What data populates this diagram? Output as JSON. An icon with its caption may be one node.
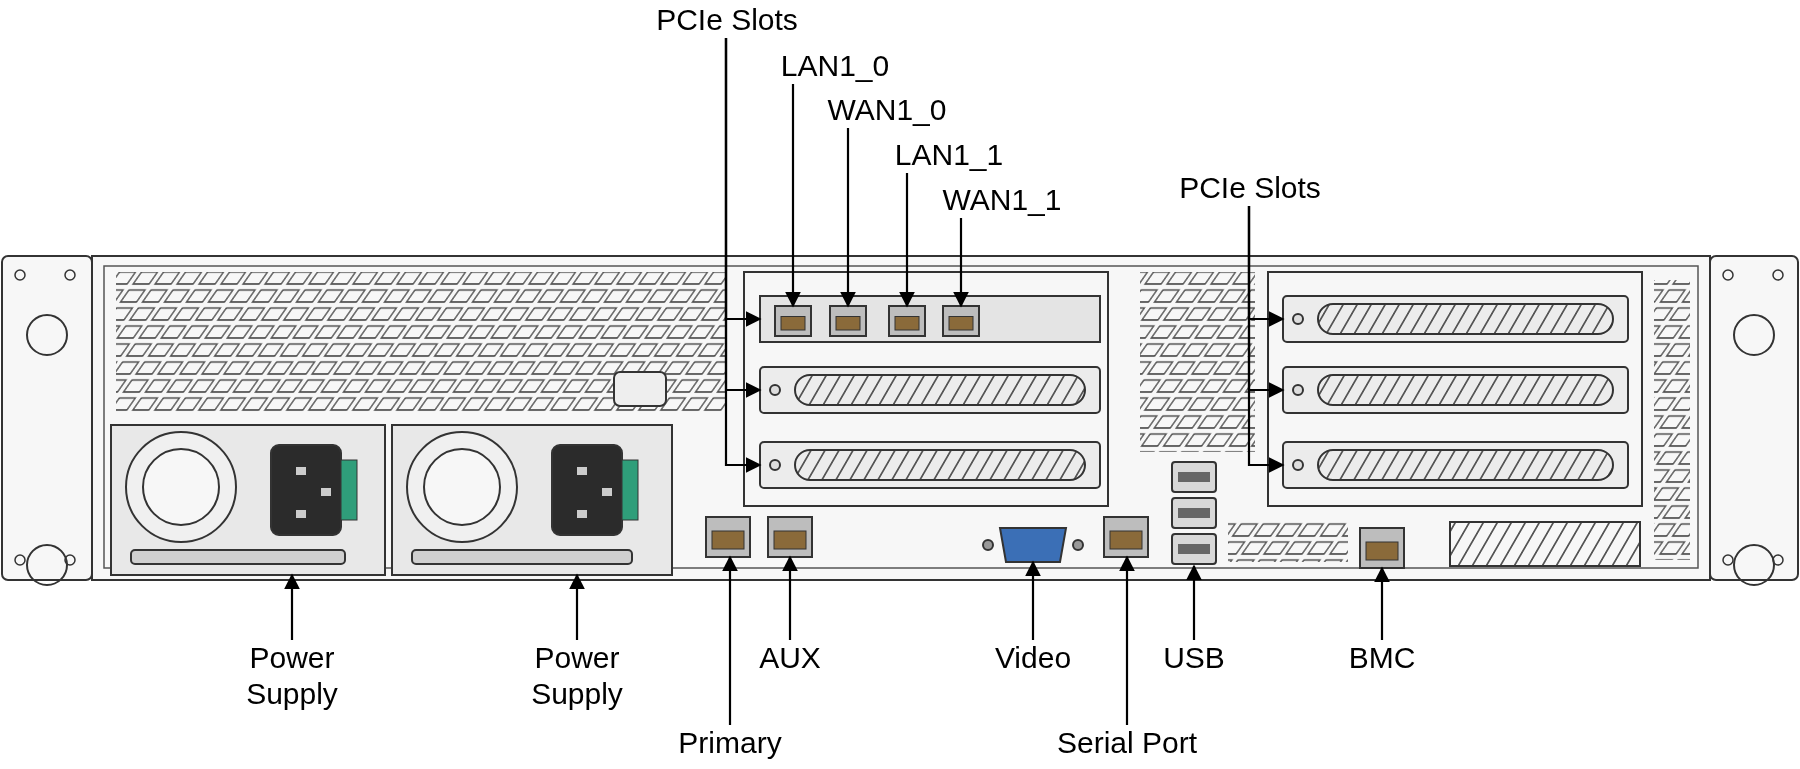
{
  "diagram": {
    "nodes": [
      {
        "text": [
          "PCIe Slots"
        ]
      },
      {
        "text": [
          "LAN1_0"
        ]
      },
      {
        "text": [
          "WAN1_0"
        ]
      },
      {
        "text": [
          "LAN1_1"
        ]
      },
      {
        "text": [
          "WAN1_1"
        ]
      },
      {
        "text": [
          "PCIe Slots"
        ]
      },
      {
        "text": [
          "Power Supply"
        ]
      },
      {
        "text": [
          "Power Supply"
        ]
      },
      {
        "text": [
          "Primary"
        ]
      },
      {
        "text": [
          "AUX"
        ]
      },
      {
        "text": [
          "Video"
        ]
      },
      {
        "text": [
          "Serial Port"
        ]
      },
      {
        "text": [
          "USB"
        ]
      },
      {
        "text": [
          "BMC"
        ]
      },
      {
        "text": [],
        "shape": "picture"
      },
      {
        "text": [],
        "shape": "picture"
      },
      {
        "text": [],
        "shape": "picture"
      },
      {
        "text": [],
        "shape": "picture",
        "in": 14
      },
      {
        "text": [],
        "shape": "picture",
        "in": 14
      },
      {
        "text": [],
        "shape": "picture",
        "in": 14
      },
      {
        "text": [],
        "shape": "picture",
        "in": 14
      },
      {
        "text": [],
        "shape": "picture"
      },
      {
        "text": [],
        "shape": "picture"
      },
      {
        "text": [],
        "shape": "picture"
      },
      {
        "text": [],
        "shape": "picture"
      },
      {
        "text": [],
        "shape": "picture"
      },
      {
        "text": [],
        "shape": "picture"
      },
      {
        "text": [],
        "shape": "picture"
      },
      {
        "text": [],
        "shape": "picture"
      },
      {
        "text": [],
        "shape": "picture"
      },
      {
        "text": [],
        "shape": "picture"
      },
      {
        "text": [],
        "shape": "picture"
      }
    ],
    "edges": [
      {
        "from": 0,
        "to": 14,
        "arrow": "to"
      },
      {
        "from": 0,
        "to": 15,
        "arrow": "to"
      },
      {
        "from": 0,
        "to": 16,
        "arrow": "to"
      },
      {
        "from": 1,
        "to": 17,
        "arrow": "to"
      },
      {
        "from": 2,
        "to": 18,
        "arrow": "to"
      },
      {
        "from": 3,
        "to": 19,
        "arrow": "to"
      },
      {
        "from": 4,
        "to": 20,
        "arrow": "to"
      },
      {
        "from": 5,
        "to": 21,
        "arrow": "to"
      },
      {
        "from": 5,
        "to": 22,
        "arrow": "to"
      },
      {
        "from": 5,
        "to": 23,
        "arrow": "to"
      },
      {
        "from": 6,
        "to": 24,
        "arrow": "to"
      },
      {
        "from": 7,
        "to": 25,
        "arrow": "to"
      },
      {
        "from": 8,
        "to": 26,
        "arrow": "to"
      },
      {
        "from": 9,
        "to": 27,
        "arrow": "to"
      },
      {
        "from": 10,
        "to": 28,
        "arrow": "to"
      },
      {
        "from": 11,
        "to": 29,
        "arrow": "to"
      },
      {
        "from": 12,
        "to": 30,
        "arrow": "to"
      },
      {
        "from": 13,
        "to": 31,
        "arrow": "to"
      }
    ]
  }
}
